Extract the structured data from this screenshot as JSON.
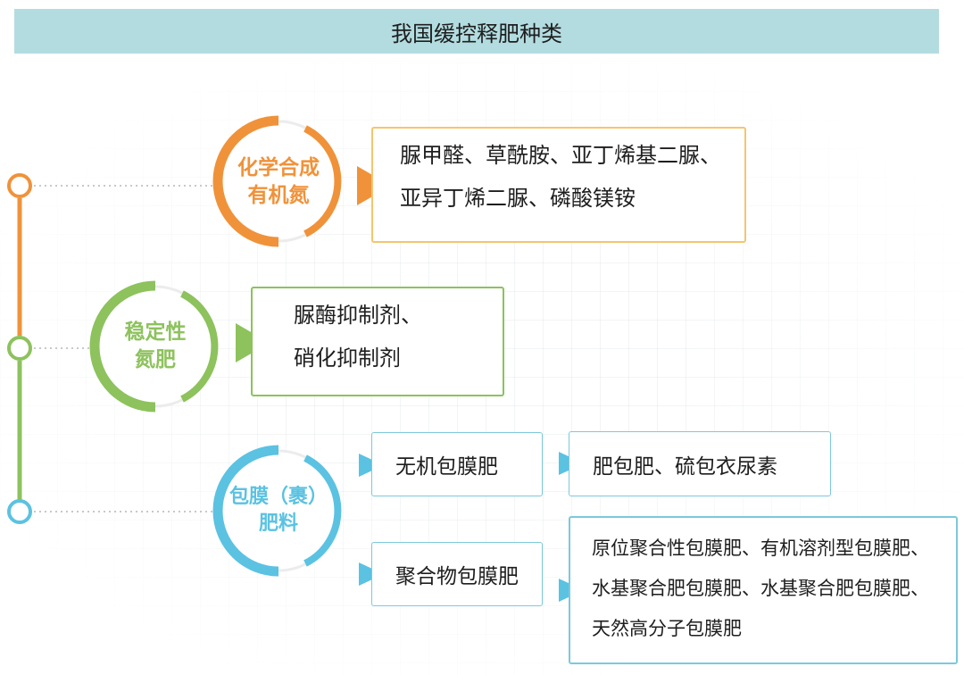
{
  "title": "我国缓控释肥种类",
  "colors": {
    "header_bg": "#b3dce0",
    "orange": "#f0923a",
    "green": "#8dc25d",
    "blue": "#5bc2e2",
    "box_orange": "#f4c56e",
    "box_green": "#8dc25d",
    "box_blue": "#7cc9db"
  },
  "categories": [
    {
      "label_lines": [
        "化学合成",
        "有机氮"
      ],
      "items": [
        "脲甲醛、草酰胺、亚丁烯基二脲、",
        "亚异丁烯二脲、磷酸镁铵"
      ]
    },
    {
      "label_lines": [
        "稳定性",
        "氮肥"
      ],
      "items": [
        "脲酶抑制剂、",
        "硝化抑制剂"
      ]
    },
    {
      "label_lines": [
        "包膜（裹）",
        "肥料"
      ],
      "subtypes": [
        {
          "name": "无机包膜肥",
          "items": [
            "肥包肥、硫包衣尿素"
          ]
        },
        {
          "name": "聚合物包膜肥",
          "items": [
            "原位聚合性包膜肥、有机溶剂型包膜肥、",
            "水基聚合肥包膜肥、水基聚合肥包膜肥、",
            "天然高分子包膜肥"
          ]
        }
      ]
    }
  ]
}
